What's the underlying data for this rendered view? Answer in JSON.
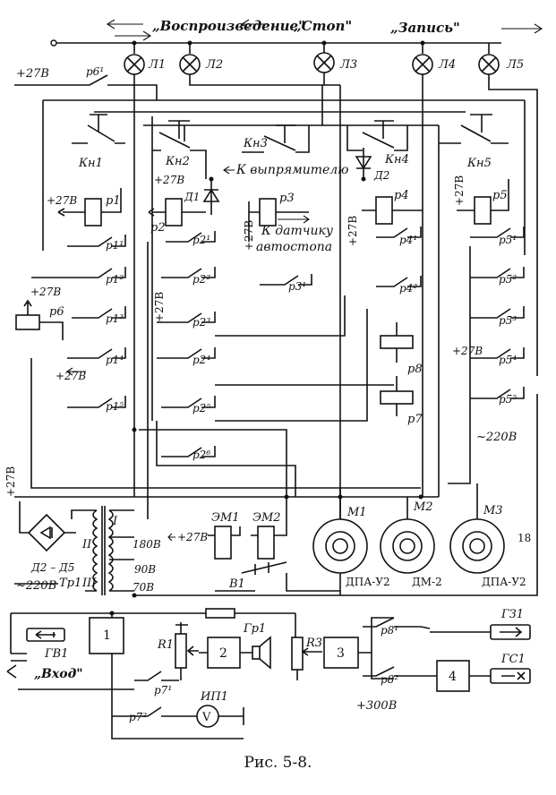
{
  "top_labels": {
    "playback": "„Воспроизведение\"",
    "stop": "„Стоп\"",
    "record": "„Запись\""
  },
  "lamps": [
    {
      "label": "Л1"
    },
    {
      "label": "Л2"
    },
    {
      "label": "Л3"
    },
    {
      "label": "Л4"
    },
    {
      "label": "Л5"
    }
  ],
  "buttons": {
    "kn1": "Кн1",
    "kn2": "Кн2",
    "kn3": "Кн3",
    "kn4": "Кн4",
    "kn5": "Кн5"
  },
  "notes": {
    "to_rectifier": "К выпрямителю",
    "to_sensor_1": "К датчику",
    "to_sensor_2": "автостопа"
  },
  "diodes": {
    "d1": "Д1",
    "d2": "Д2",
    "bridge": "Д2 – Д5"
  },
  "supply": {
    "v27": "+27В",
    "v27b": "+27В",
    "v27c": "+27В",
    "v300": "+300В",
    "ac220": "~220В",
    "ac220b": "~220В"
  },
  "relays": {
    "p1": "p1",
    "p2": "p2",
    "p3": "p3",
    "p4": "p4",
    "p5": "p5",
    "p6": "p6",
    "p7": "p7",
    "p8": "p8"
  },
  "contacts": {
    "p6_1": "p6¹",
    "p1_1": "p1¹",
    "p1_2": "p1²",
    "p1_3": "p1³",
    "p1_4": "p1⁴",
    "p1_5": "p1⁵",
    "p2_1": "p2¹",
    "p2_2": "p2²",
    "p2_3": "p2³",
    "p2_4": "p2⁴",
    "p2_5": "p2⁵",
    "p2_6": "p2⁶",
    "p3_1": "p3¹",
    "p4_1": "p4¹",
    "p4_2": "p4²",
    "p5_1": "p5¹",
    "p5_2": "p5²",
    "p5_3": "p5³",
    "p5_4": "p5⁴",
    "p5_5": "p5⁵",
    "p7_1": "p7¹",
    "p7_2": "p7²",
    "p8_1": "p8¹",
    "p8_2": "p8²"
  },
  "electromagnets": {
    "em1": "ЭМ1",
    "em2": "ЭМ2"
  },
  "motors": [
    {
      "label": "М1",
      "type": "ДПА-У2"
    },
    {
      "label": "М2",
      "type": "ДМ-2"
    },
    {
      "label": "М3",
      "type": "ДПА-У2"
    }
  ],
  "transformer": {
    "label": "Тр1",
    "w1": "I",
    "w2": "II",
    "w3": "III",
    "tap_180": "180В",
    "tap_90": "90В",
    "tap_70": "70В"
  },
  "switch_b1": "В1",
  "io": {
    "gv1": "ГВ1",
    "input": "„Вход\"",
    "gz1": "ГЗ1",
    "gs1": "ГС1",
    "gr1": "Гр1",
    "r1": "R1",
    "r3": "R3",
    "ip1": "ИП1",
    "voltmeter": "V"
  },
  "blocks": {
    "b1": "1",
    "b2": "2",
    "b3": "3",
    "b4": "4"
  },
  "side_note": "18",
  "caption": "Рис. 5-8."
}
